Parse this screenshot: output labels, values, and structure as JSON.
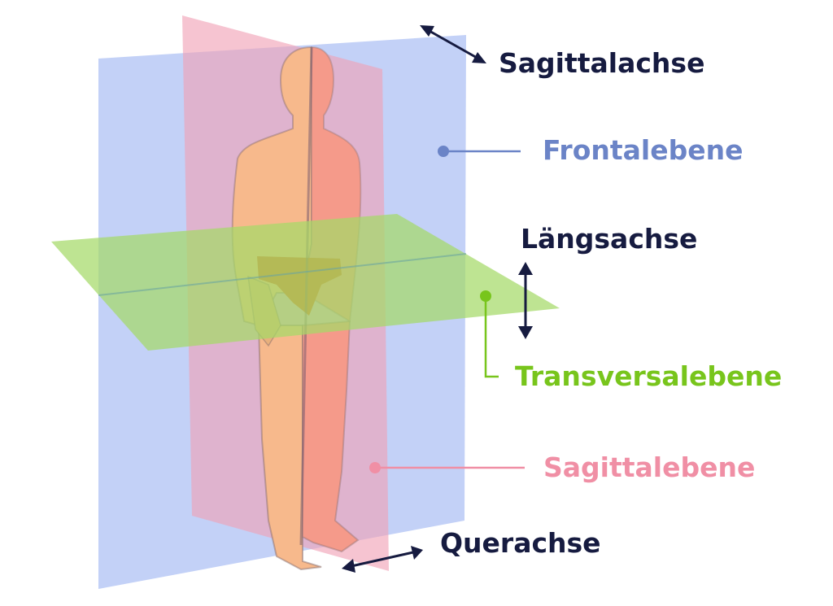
{
  "labels": {
    "sagittalachse": "Sagittalachse",
    "frontalebene": "Frontalebene",
    "laengsachse": "Längsachse",
    "transversalebene": "Transversalebene",
    "sagittalebene": "Sagittalebene",
    "querachse": "Querachse"
  },
  "colors": {
    "axis_text": "#161b40",
    "frontal": "#6b84c7",
    "frontal_fill": "#a9bdf3",
    "transversal": "#78c51c",
    "transversal_fill": "#b6e27c",
    "sagittal": "#f08fa5",
    "sagittal_fill": "#f2a7b8",
    "skin": "#fbbf8c",
    "brief": "#d9682a"
  }
}
